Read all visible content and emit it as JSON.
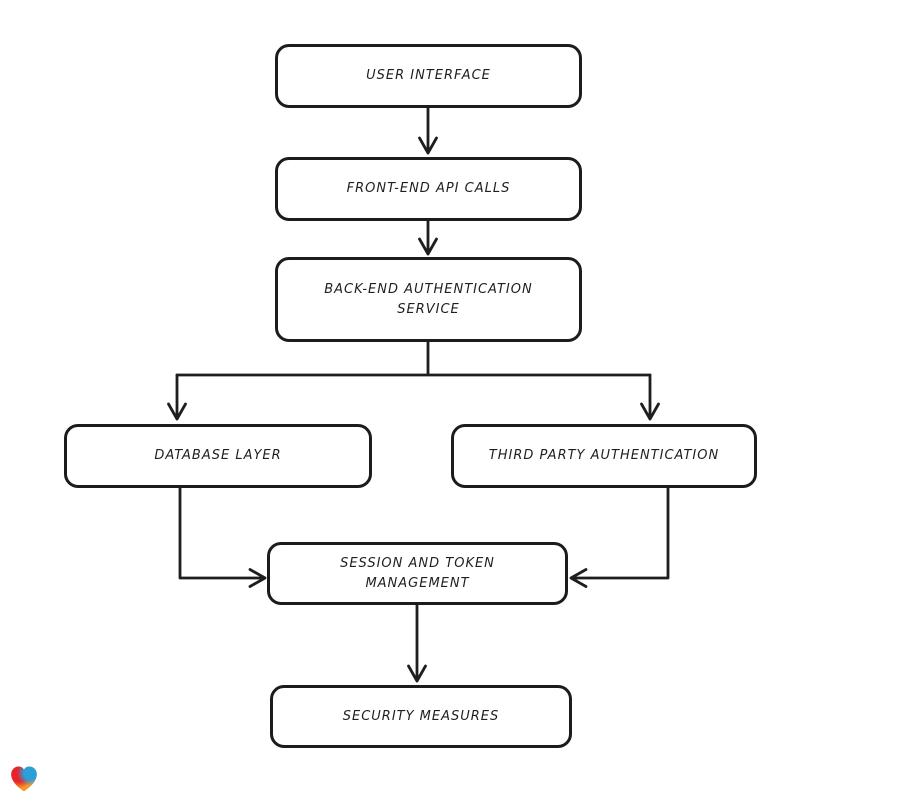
{
  "canvas": {
    "background": "#ffffff",
    "stroke_color": "#1e1e1e",
    "node_fill": "#ffffff"
  },
  "diagram": {
    "type": "flowchart",
    "style": "hand-drawn",
    "nodes": [
      {
        "id": "user-interface",
        "label": "USER INTERFACE"
      },
      {
        "id": "front-end-api-calls",
        "label": "FRONT-END API CALLS"
      },
      {
        "id": "back-end-authentication-service",
        "label": "BACK-END AUTHENTICATION SERVICE"
      },
      {
        "id": "database-layer",
        "label": "DATABASE LAYER"
      },
      {
        "id": "third-party-authentication",
        "label": "THIRD PARTY AUTHENTICATION"
      },
      {
        "id": "session-and-token-management",
        "label": "SESSION AND TOKEN MANAGEMENT"
      },
      {
        "id": "security-measures",
        "label": "SECURITY MEASURES"
      }
    ],
    "edges": [
      {
        "from": "user-interface",
        "to": "front-end-api-calls"
      },
      {
        "from": "front-end-api-calls",
        "to": "back-end-authentication-service"
      },
      {
        "from": "back-end-authentication-service",
        "to": "database-layer"
      },
      {
        "from": "back-end-authentication-service",
        "to": "third-party-authentication"
      },
      {
        "from": "database-layer",
        "to": "session-and-token-management"
      },
      {
        "from": "third-party-authentication",
        "to": "session-and-token-management"
      },
      {
        "from": "session-and-token-management",
        "to": "security-measures"
      }
    ]
  },
  "watermark": {
    "icon": "heart-icon",
    "colors": {
      "red": "#e8232b",
      "blue": "#2a9fd8",
      "orange": "#f6992c"
    }
  }
}
